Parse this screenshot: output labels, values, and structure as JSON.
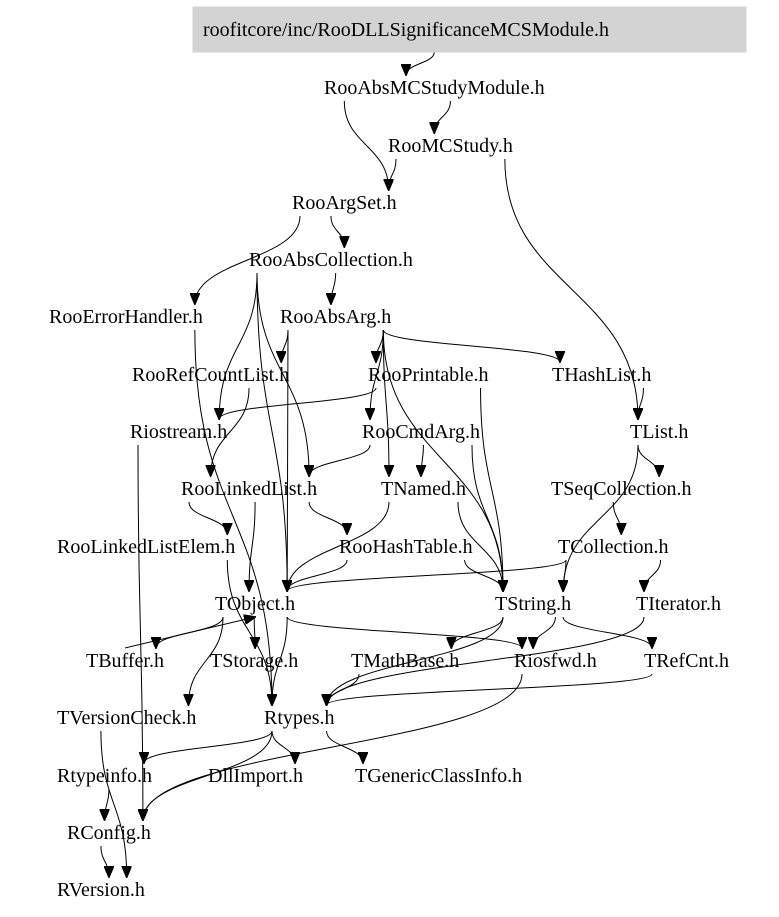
{
  "graph": {
    "root": "roofitcore/inc/RooDLLSignificanceMCSModule.h",
    "nodes": [
      {
        "id": "root",
        "label": "roofitcore/inc/RooDLLSignificanceMCSModule.h",
        "highlighted": true
      },
      {
        "id": "absmcstudymodule",
        "label": "RooAbsMCStudyModule.h"
      },
      {
        "id": "mcstudy",
        "label": "RooMCStudy.h"
      },
      {
        "id": "argset",
        "label": "RooArgSet.h"
      },
      {
        "id": "abscollection",
        "label": "RooAbsCollection.h"
      },
      {
        "id": "errorhandler",
        "label": "RooErrorHandler.h"
      },
      {
        "id": "absarg",
        "label": "RooAbsArg.h"
      },
      {
        "id": "refcountlist",
        "label": "RooRefCountList.h"
      },
      {
        "id": "printable",
        "label": "RooPrintable.h"
      },
      {
        "id": "thashlist",
        "label": "THashList.h"
      },
      {
        "id": "riostream",
        "label": "Riostream.h"
      },
      {
        "id": "cmdarg",
        "label": "RooCmdArg.h"
      },
      {
        "id": "tlist",
        "label": "TList.h"
      },
      {
        "id": "linkedlist",
        "label": "RooLinkedList.h"
      },
      {
        "id": "tnamed",
        "label": "TNamed.h"
      },
      {
        "id": "tseqcollection",
        "label": "TSeqCollection.h"
      },
      {
        "id": "linkedlistelem",
        "label": "RooLinkedListElem.h"
      },
      {
        "id": "hashtable",
        "label": "RooHashTable.h"
      },
      {
        "id": "tcollection",
        "label": "TCollection.h"
      },
      {
        "id": "tobject",
        "label": "TObject.h"
      },
      {
        "id": "tstring",
        "label": "TString.h"
      },
      {
        "id": "titerator",
        "label": "TIterator.h"
      },
      {
        "id": "tbuffer",
        "label": "TBuffer.h"
      },
      {
        "id": "tstorage",
        "label": "TStorage.h"
      },
      {
        "id": "tmathbase",
        "label": "TMathBase.h"
      },
      {
        "id": "riosfwd",
        "label": "Riosfwd.h"
      },
      {
        "id": "trefcnt",
        "label": "TRefCnt.h"
      },
      {
        "id": "tversioncheck",
        "label": "TVersionCheck.h"
      },
      {
        "id": "rtypes",
        "label": "Rtypes.h"
      },
      {
        "id": "rtypeinfo",
        "label": "Rtypeinfo.h"
      },
      {
        "id": "dllimport",
        "label": "DllImport.h"
      },
      {
        "id": "tgenericclassinfo",
        "label": "TGenericClassInfo.h"
      },
      {
        "id": "rconfig",
        "label": "RConfig.h"
      },
      {
        "id": "rversion",
        "label": "RVersion.h"
      }
    ],
    "edges": [
      [
        "root",
        "absmcstudymodule"
      ],
      [
        "absmcstudymodule",
        "mcstudy"
      ],
      [
        "absmcstudymodule",
        "argset"
      ],
      [
        "mcstudy",
        "argset"
      ],
      [
        "mcstudy",
        "tlist"
      ],
      [
        "argset",
        "abscollection"
      ],
      [
        "argset",
        "errorhandler"
      ],
      [
        "abscollection",
        "absarg"
      ],
      [
        "abscollection",
        "riostream"
      ],
      [
        "abscollection",
        "linkedlist"
      ],
      [
        "abscollection",
        "tobject"
      ],
      [
        "absarg",
        "refcountlist"
      ],
      [
        "absarg",
        "printable"
      ],
      [
        "absarg",
        "thashlist"
      ],
      [
        "absarg",
        "cmdarg"
      ],
      [
        "absarg",
        "tnamed"
      ],
      [
        "absarg",
        "tobject"
      ],
      [
        "absarg",
        "tstring"
      ],
      [
        "refcountlist",
        "linkedlist"
      ],
      [
        "printable",
        "riostream"
      ],
      [
        "printable",
        "tstring"
      ],
      [
        "cmdarg",
        "linkedlist"
      ],
      [
        "cmdarg",
        "tnamed"
      ],
      [
        "cmdarg",
        "tstring"
      ],
      [
        "thashlist",
        "tlist"
      ],
      [
        "tlist",
        "tseqcollection"
      ],
      [
        "tlist",
        "tstring"
      ],
      [
        "tseqcollection",
        "tcollection"
      ],
      [
        "linkedlist",
        "linkedlistelem"
      ],
      [
        "linkedlist",
        "hashtable"
      ],
      [
        "linkedlist",
        "tobject"
      ],
      [
        "tnamed",
        "tobject"
      ],
      [
        "tnamed",
        "tstring"
      ],
      [
        "hashtable",
        "tobject"
      ],
      [
        "hashtable",
        "tstring"
      ],
      [
        "tcollection",
        "tobject"
      ],
      [
        "tcollection",
        "tstring"
      ],
      [
        "tcollection",
        "titerator"
      ],
      [
        "linkedlistelem",
        "rtypes"
      ],
      [
        "tobject",
        "tbuffer"
      ],
      [
        "tobject",
        "tstorage"
      ],
      [
        "tobject",
        "riosfwd"
      ],
      [
        "tobject",
        "tversioncheck"
      ],
      [
        "tobject",
        "rtypes"
      ],
      [
        "tstring",
        "tmathbase"
      ],
      [
        "tstring",
        "riosfwd"
      ],
      [
        "tstring",
        "trefcnt"
      ],
      [
        "tstring",
        "rtypes"
      ],
      [
        "tbuffer",
        "tobject"
      ],
      [
        "tmathbase",
        "rtypes"
      ],
      [
        "trefcnt",
        "rtypes"
      ],
      [
        "titerator",
        "rtypes"
      ],
      [
        "errorhandler",
        "rtypes"
      ],
      [
        "riostream",
        "rconfig"
      ],
      [
        "riosfwd",
        "rconfig"
      ],
      [
        "tversioncheck",
        "rversion"
      ],
      [
        "rtypes",
        "rtypeinfo"
      ],
      [
        "rtypes",
        "dllimport"
      ],
      [
        "rtypes",
        "tgenericclassinfo"
      ],
      [
        "rtypes",
        "rconfig"
      ],
      [
        "rtypeinfo",
        "rconfig"
      ],
      [
        "rconfig",
        "rversion"
      ]
    ]
  }
}
